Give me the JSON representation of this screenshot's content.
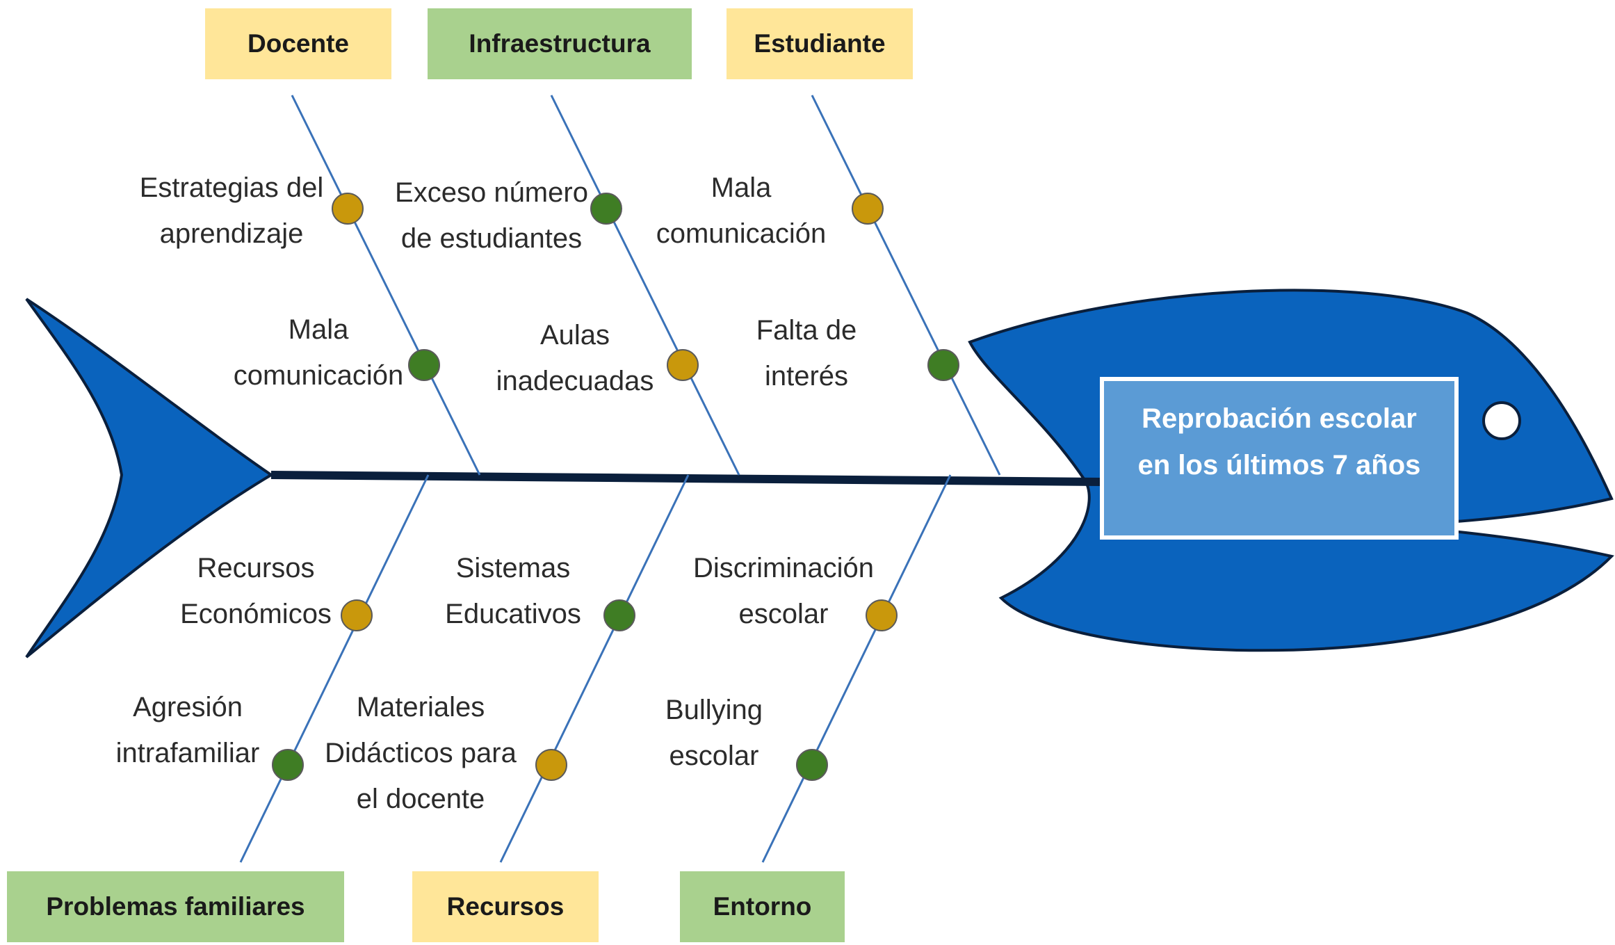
{
  "colors": {
    "fish_body": "#0a63bd",
    "fish_outline": "#0a1f3c",
    "head_box": "#5b9bd5",
    "bone_line": "#3a72b8",
    "category_yellow": "#ffe699",
    "category_green": "#a9d18e",
    "dot_ochre": "#c9980c",
    "dot_green": "#3f7d24"
  },
  "effect": {
    "lines": [
      "Reprobación escolar",
      "en los últimos 7 años"
    ]
  },
  "categories": [
    {
      "name": "Docente",
      "color": "yellow",
      "causes": [
        {
          "lines": [
            "Estrategias del",
            "aprendizaje"
          ],
          "dot": "ochre"
        },
        {
          "lines": [
            "Mala",
            "comunicación"
          ],
          "dot": "green"
        }
      ]
    },
    {
      "name": "Infraestructura",
      "color": "green",
      "causes": [
        {
          "lines": [
            "Exceso número",
            "de estudiantes"
          ],
          "dot": "green"
        },
        {
          "lines": [
            "Aulas",
            "inadecuadas"
          ],
          "dot": "ochre"
        }
      ]
    },
    {
      "name": "Estudiante",
      "color": "yellow",
      "causes": [
        {
          "lines": [
            "Mala",
            "comunicación"
          ],
          "dot": "ochre"
        },
        {
          "lines": [
            "Falta de",
            "interés"
          ],
          "dot": "green"
        }
      ]
    },
    {
      "name": "Problemas familiares",
      "color": "green",
      "causes": [
        {
          "lines": [
            "Recursos",
            "Económicos"
          ],
          "dot": "ochre"
        },
        {
          "lines": [
            "Agresión",
            "intrafamiliar"
          ],
          "dot": "green"
        }
      ]
    },
    {
      "name": "Recursos",
      "color": "yellow",
      "causes": [
        {
          "lines": [
            "Sistemas",
            "Educativos"
          ],
          "dot": "green"
        },
        {
          "lines": [
            "Materiales",
            "Didácticos para",
            "el docente"
          ],
          "dot": "ochre"
        }
      ]
    },
    {
      "name": "Entorno",
      "color": "green",
      "causes": [
        {
          "lines": [
            "Discriminación",
            "escolar"
          ],
          "dot": "ochre"
        },
        {
          "lines": [
            "Bullying",
            "escolar"
          ],
          "dot": "green"
        }
      ]
    }
  ]
}
